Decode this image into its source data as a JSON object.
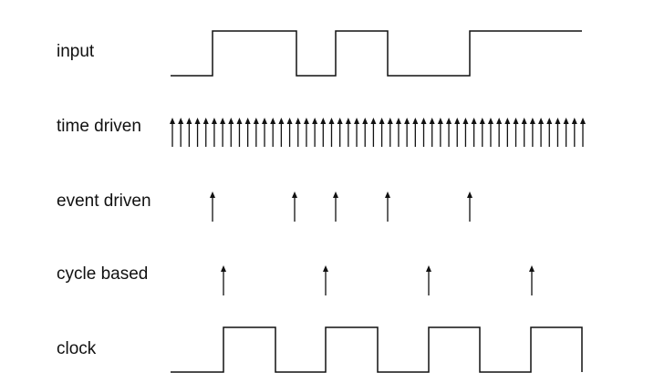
{
  "rows": {
    "input": {
      "label": "input"
    },
    "time_driven": {
      "label": "time driven"
    },
    "event_driven": {
      "label": "event driven"
    },
    "cycle_based": {
      "label": "cycle based"
    },
    "clock": {
      "label": "clock"
    }
  },
  "waveforms": {
    "input": {
      "start_level": "low",
      "transitions": 5
    },
    "clock": {
      "start_level": "low",
      "transitions": 8
    }
  },
  "arrows": {
    "time_driven": {
      "count": 50
    },
    "event_driven": {
      "count": 5,
      "aligned_with": "input transitions"
    },
    "cycle_based": {
      "count": 4,
      "aligned_with": "clock rising edges"
    }
  },
  "colors": {
    "stroke": "#111111",
    "background": "#ffffff"
  }
}
